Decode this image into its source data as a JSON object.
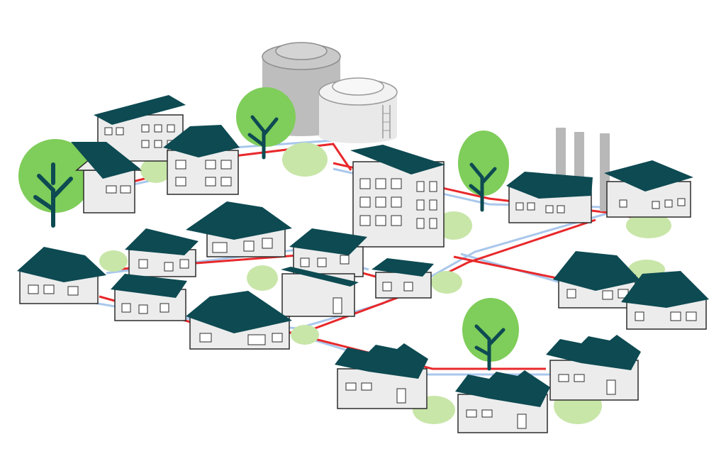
{
  "title": "",
  "colors": {
    "roof": "#0d4a52",
    "wall": "#ececec",
    "wall_shade": "#d6d6d6",
    "window": "#ffffff",
    "outline": "#2c2c2c",
    "tree_canopy": "#7fcd5a",
    "tree_trunk": "#0d4a52",
    "bush": "#c8e6a8",
    "tank_grey": "#bdbdbd",
    "tank_light": "#e9e9e9",
    "chimney": "#b8b8b8",
    "pipe_supply": "#e8282b",
    "pipe_return": "#a9c7ec"
  },
  "legend": [],
  "elements": {
    "storage_tanks": 2,
    "factory_chimneys": 3,
    "trees": 4,
    "houses": 11,
    "apartment_blocks": 2,
    "factories": 2,
    "sawtooth_workshops": 3
  }
}
